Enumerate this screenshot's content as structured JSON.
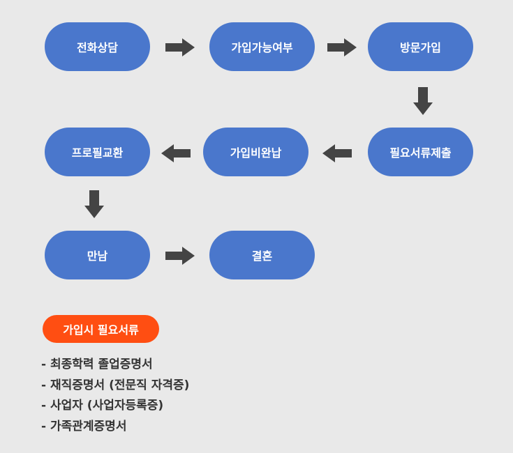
{
  "flow": {
    "steps": [
      "전화상담",
      "가입가능여부",
      "방문가입",
      "필요서류제출",
      "가입비완납",
      "프로필교환",
      "만남",
      "결혼"
    ]
  },
  "requirements": {
    "title": "가입시 필요서류",
    "items": [
      "- 최종학력 졸업증명서",
      "- 재직증명서 (전문직 자격증)",
      "- 사업자 (사업자등록증)",
      "- 가족관계증명서"
    ]
  },
  "colors": {
    "step_bg": "#4a77cc",
    "arrow": "#444444",
    "badge_bg": "#ff4e12",
    "page_bg": "#e9e9e9"
  },
  "icons": [
    "arrow-right-icon",
    "arrow-down-icon",
    "arrow-left-icon"
  ]
}
